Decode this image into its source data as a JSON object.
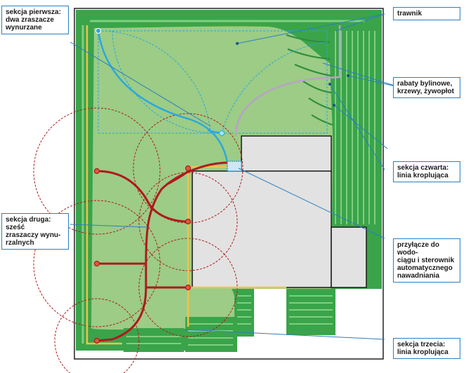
{
  "labels": {
    "section_one": "sekcja pierwsza:\ndwa zraszacze\nwynurzane",
    "lawn": "trawnik",
    "beds": "rabaty bylinowe,\nkrzewy, żywopłot",
    "section_four": "sekcja czwarta:\nlinia kroplująca",
    "section_two": "sekcja druga: sześć\nzraszaczy wynu-\nrzalnych",
    "connection": "przyłącze do wodo-\nciągu i sterownik\nautomatycznego\nnawadniania",
    "section_three": "sekcja trzecia:\nlinia kroplująca"
  },
  "colors": {
    "lawn": "#9ccc85",
    "border_green": "#3aa44a",
    "drip_line": "#7fcf7f",
    "house": "#e2e2e2",
    "section_one_pipe": "#29a8e0",
    "section_two_pipe": "#b0191e",
    "supply_pipe": "#f0c24a",
    "section_four_pipe": "#b9a2c8",
    "leader_line": "#2a7fc2"
  }
}
